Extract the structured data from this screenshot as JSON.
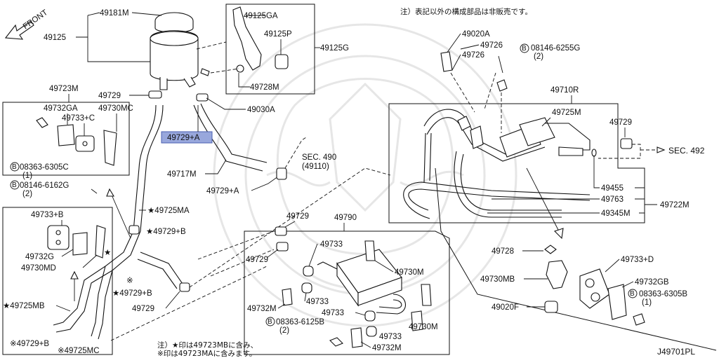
{
  "diagram": {
    "notes": {
      "top_right": "注）表記以外の構成部品は非販売です。",
      "bottom_line1": "注）★印は49723MBに含み、",
      "bottom_line2": "※印は49723MAに含みます。"
    },
    "direction": "FRONT",
    "drawing_code": "J49701PL",
    "highlight_label": "49729+A",
    "labels": {
      "p49181M": "49181M",
      "p49125": "49125",
      "p49125GA": "49125GA",
      "p49125P": "49125P",
      "p49125G": "49125G",
      "p49728M": "49728M",
      "p49723M": "49723M",
      "p49729_top": "49729",
      "p49030A": "49030A",
      "p49732GA": "49732GA",
      "p49730MC": "49730MC",
      "p49733C": "49733+C",
      "p08363_6305C": "08363-6305C",
      "p08363_6305C_qty": "(1)",
      "p08146_6162G": "08146-6162G",
      "p08146_6162G_qty": "(2)",
      "p49717M": "49717M",
      "p49729A_b": "49729+A",
      "sec490": "SEC. 490",
      "sec490_sub": "(49110)",
      "p49725MA": "★49725MA",
      "p49729B_mid": "★49729+B",
      "p49733B": "49733+B",
      "p49732G": "49732G",
      "p49730MD": "49730MD",
      "p49729B_low": "★49729+B",
      "p49725MB": "★49725MB",
      "p49729_low": "49729",
      "p49729B_bot": "※49729+B",
      "p49725MC": "※49725MC",
      "mark_star": "★",
      "mark_kome": "※",
      "p49020A": "49020A",
      "p49726_a": "49726",
      "p49726_b": "49726",
      "p08146_6255G": "08146-6255G",
      "p08146_6255G_qty": "(2)",
      "p49710R": "49710R",
      "p49725M": "49725M",
      "p49729_right": "49729",
      "sec492": "SEC. 492",
      "p49455": "49455",
      "p49763": "49763",
      "p49345M": "49345M",
      "p49722M": "49722M",
      "p49790": "49790",
      "p49729_c1": "49729",
      "p49729_c2": "49729",
      "p49733_c1": "49733",
      "p49730M_c1": "49730M",
      "p49733_c2": "49733",
      "p49732M_c1": "49732M",
      "p49733_c3": "49733",
      "p08363_6125B": "08363-6125B",
      "p08363_6125B_qty": "(2)",
      "p49730M_c2": "49730M",
      "p49733_c4": "49733",
      "p49732M_c2": "49732M",
      "p49728_r": "49728",
      "p49733D": "49733+D",
      "p49730MB": "49730MB",
      "p49732GB": "49732GB",
      "p08363_6305B": "08363-6305B",
      "p08363_6305B_qty": "(1)",
      "p49020F": "49020F",
      "bolt_mark": "B"
    }
  }
}
